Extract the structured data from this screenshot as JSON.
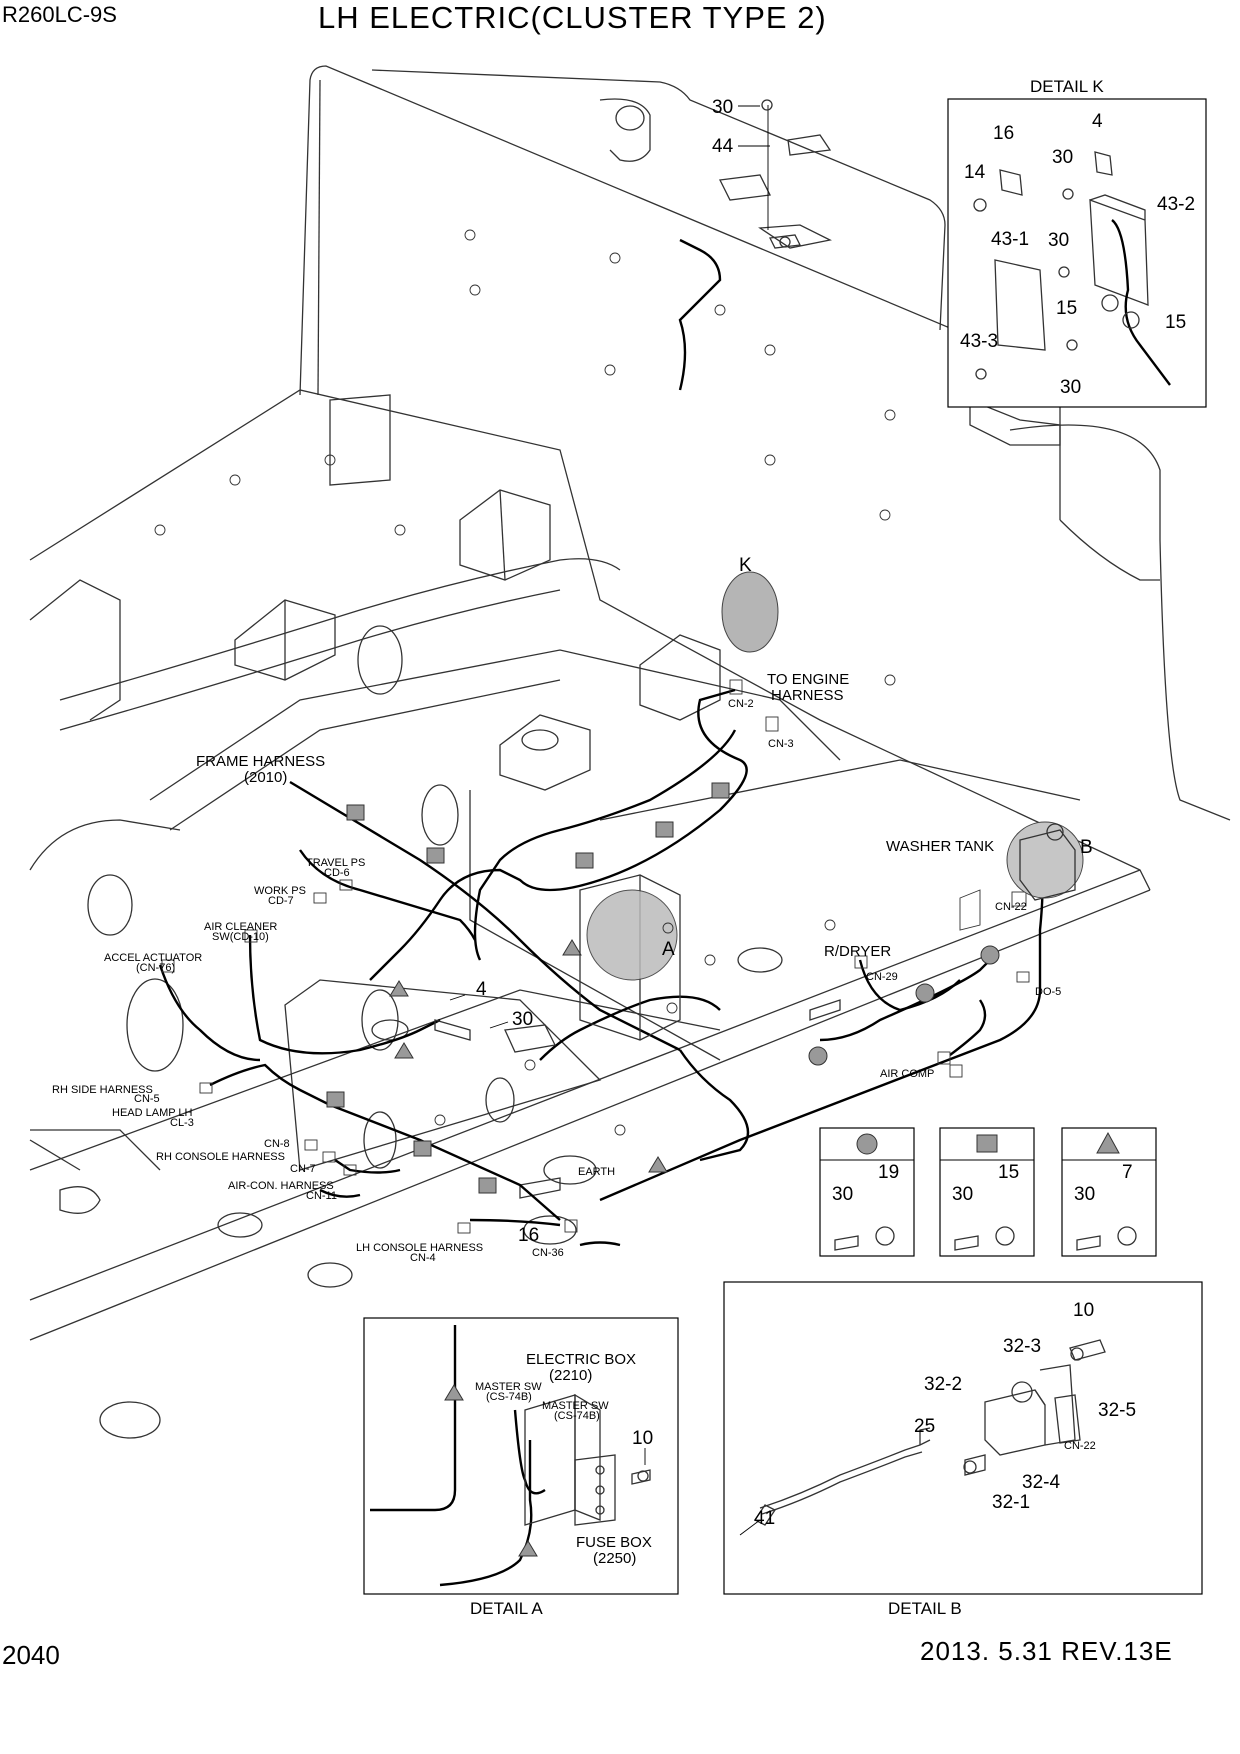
{
  "header": {
    "model": "R260LC-9S",
    "title": "LH ELECTRIC(CLUSTER TYPE 2)"
  },
  "footer": {
    "page_number": "2040",
    "revision": "2013. 5.31  REV.13E"
  },
  "main": {
    "labels": {
      "frame_harness": "FRAME HARNESS",
      "frame_harness_no": "(2010)",
      "to_engine": "TO ENGINE",
      "harness": "HARNESS",
      "washer_tank": "WASHER TANK",
      "rdryer": "R/DRYER",
      "travel_ps": "TRAVEL PS",
      "work_ps": "WORK PS",
      "air_cleaner": "AIR CLEANER",
      "air_cleaner_sw": "SW(CD-10)",
      "accel_actuator": "ACCEL ACTUATOR",
      "rh_side_harness": "RH SIDE HARNESS",
      "head_lamp_lh": "HEAD LAMP LH",
      "rh_console_harness": "RH CONSOLE HARNESS",
      "air_con_harness": "AIR-CON. HARNESS",
      "lh_console_harness": "LH CONSOLE HARNESS",
      "earth": "EARTH",
      "air_comp": "AIR COMP"
    },
    "connectors": {
      "cn2": "CN-2",
      "cn3": "CN-3",
      "cd6": "CD-6",
      "cd7": "CD-7",
      "cn76": "(CN-76)",
      "cn5": "CN-5",
      "cl3": "CL-3",
      "cn8": "CN-8",
      "cn7": "CN-7",
      "cn11": "CN-11",
      "cn4": "CN-4",
      "cn36": "CN-36",
      "cn22": "CN-22",
      "cn29": "CN-29",
      "do5": "DO-5"
    },
    "callouts": {
      "k": "K",
      "a": "A",
      "b": "B",
      "p4": "4",
      "p30": "30",
      "p16": "16",
      "p30_top": "30",
      "p44": "44"
    }
  },
  "detail_k": {
    "title": "DETAIL  K",
    "parts": [
      "16",
      "4",
      "14",
      "30",
      "43-2",
      "43-1",
      "30",
      "15",
      "15",
      "43-3",
      "30"
    ]
  },
  "legend": {
    "clamps": [
      {
        "symbol": "circle-icon",
        "bolt": "30",
        "clamp": "19"
      },
      {
        "symbol": "square-icon",
        "bolt": "30",
        "clamp": "15"
      },
      {
        "symbol": "triangle-icon",
        "bolt": "30",
        "clamp": "7"
      }
    ],
    "symbol_color": "#999999"
  },
  "detail_a": {
    "title": "DETAIL  A",
    "electric_box": "ELECTRIC BOX",
    "electric_box_no": "(2210)",
    "master_sw_1": "MASTER SW",
    "master_sw_1_cn": "(CS-74B)",
    "master_sw_2": "MASTER SW",
    "master_sw_2_cn": "(CS-74B)",
    "part_10": "10",
    "fuse_box": "FUSE BOX",
    "fuse_box_no": "(2250)"
  },
  "detail_b": {
    "title": "DETAIL  B",
    "parts": {
      "p10": "10",
      "p32_3": "32-3",
      "p32_2": "32-2",
      "p32_5": "32-5",
      "cn22": "CN-22",
      "p25": "25",
      "p32_4": "32-4",
      "p32_1": "32-1",
      "p41": "41"
    }
  }
}
